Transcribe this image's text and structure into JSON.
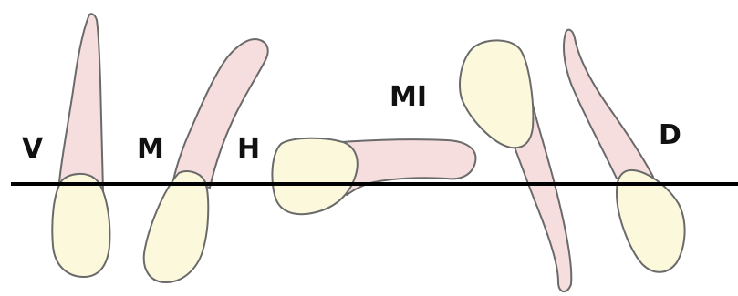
{
  "labels": {
    "vertical": "V",
    "mesioangular": "M",
    "horizontal": "H",
    "mesio_inverted": "MI",
    "distoangular": "D"
  },
  "colors": {
    "root_fill": "#f7dede",
    "crown_fill": "#fcf8dc",
    "outline": "#6a6a6a",
    "reference_line": "#000000",
    "label_text": "#111111"
  }
}
